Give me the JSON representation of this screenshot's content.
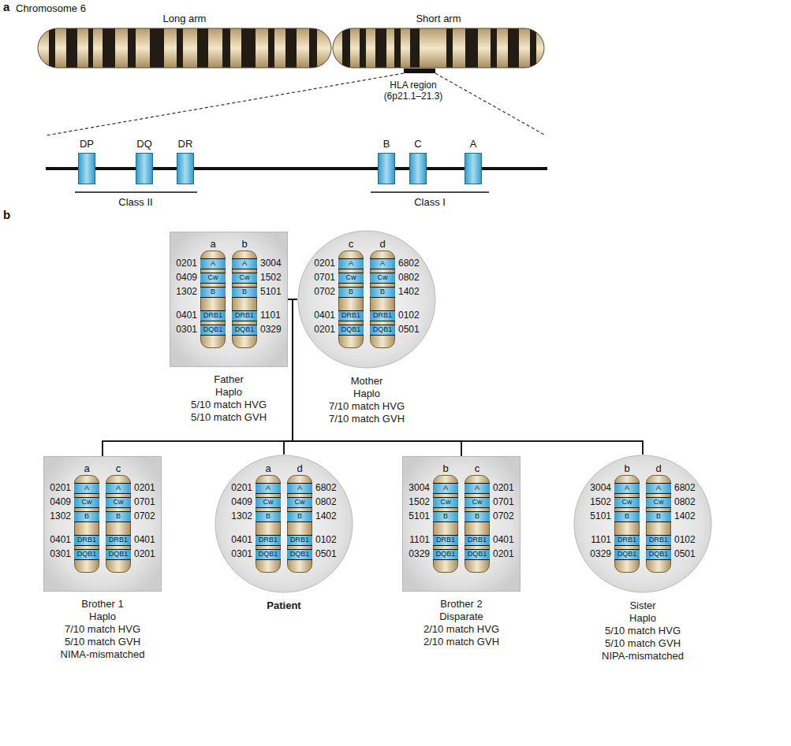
{
  "diagram": {
    "nodes": [
      {
        "text": [
          "DP"
        ]
      },
      {
        "text": [
          "DQ"
        ]
      },
      {
        "text": [
          "DR"
        ]
      },
      {
        "text": [
          "B"
        ]
      },
      {
        "text": [
          "C"
        ]
      },
      {
        "text": [
          "A"
        ]
      },
      {
        "text": [
          "Father",
          "Haplo",
          "5/10 match HVG",
          "5/10 match GVH"
        ]
      },
      {
        "text": [
          "a",
          "A",
          "Cw",
          "B",
          "DRB1",
          "DQB1"
        ],
        "in": 6
      },
      {
        "text": [
          "b",
          "A",
          "Cw",
          "B",
          "DRB1",
          "DQB1"
        ],
        "in": 6
      },
      {
        "text": [
          "Mother",
          "Haplo",
          "7/10 match HVG",
          "7/10 match GVH"
        ]
      },
      {
        "text": [
          "c",
          "A",
          "Cw",
          "B",
          "DRB1",
          "DQB1"
        ],
        "in": 9
      },
      {
        "text": [
          "d",
          "A",
          "Cw",
          "B",
          "DRB1",
          "DQB1"
        ],
        "in": 9
      },
      {
        "text": [
          "Brother 1",
          "Haplo",
          "7/10 match HVG",
          "5/10 match GVH",
          "NIMA-mismatched"
        ]
      },
      {
        "text": [
          "a",
          "A",
          "Cw",
          "B",
          "DRB1",
          "DQB1"
        ],
        "in": 12
      },
      {
        "text": [
          "c",
          "A",
          "Cw",
          "B",
          "DRB1",
          "DQB1"
        ],
        "in": 12
      },
      {
        "text": [
          "Patient"
        ]
      },
      {
        "text": [
          "a",
          "A",
          "Cw",
          "B",
          "DRB1",
          "DQB1"
        ],
        "in": 15
      },
      {
        "text": [
          "d",
          "A",
          "Cw",
          "B",
          "DRB1",
          "DQB1"
        ],
        "in": 15
      },
      {
        "text": [
          "Brother 2",
          "Disparate",
          "2/10 match HVG",
          "2/10 match GVH"
        ]
      },
      {
        "text": [
          "b",
          "A",
          "Cw",
          "B",
          "DRB1",
          "DQB1"
        ],
        "in": 18
      },
      {
        "text": [
          "c",
          "A",
          "Cw",
          "B",
          "DRB1",
          "DQB1"
        ],
        "in": 18
      },
      {
        "text": [
          "Sister",
          "Haplo",
          "5/10 match HVG",
          "5/10 match GVH",
          "NIPA-mismatched"
        ]
      },
      {
        "text": [
          "b",
          "A",
          "Cw",
          "B",
          "DRB1",
          "DQB1"
        ],
        "in": 21
      },
      {
        "text": [
          "d",
          "A",
          "Cw",
          "B",
          "DRB1",
          "DQB1"
        ],
        "in": 21
      }
    ],
    "edges": [
      {
        "from": 6,
        "to": 9,
        "arrow": "none"
      },
      {
        "from": 6,
        "to": 12,
        "arrow": "none"
      },
      {
        "from": 6,
        "to": 15,
        "arrow": "none"
      },
      {
        "from": 6,
        "to": 18,
        "arrow": "none"
      },
      {
        "from": 6,
        "to": 21,
        "arrow": "none"
      },
      {
        "from": 9,
        "to": 12,
        "arrow": "none"
      },
      {
        "from": 9,
        "to": 15,
        "arrow": "none"
      },
      {
        "from": 9,
        "to": 18,
        "arrow": "none"
      },
      {
        "from": 9,
        "to": 21,
        "arrow": "none"
      }
    ],
    "labels": [
      "a",
      "Chromosome 6",
      "Long arm",
      "Short arm",
      "HLA region (6p21.1–21.3)",
      "Class II",
      "Class I",
      "b",
      "0201",
      "3004",
      "0409",
      "1502",
      "1302",
      "5101",
      "0401",
      "1101",
      "0301",
      "0329",
      "0201",
      "6802",
      "0701",
      "0802",
      "0702",
      "1402",
      "0401",
      "0102",
      "0201",
      "0501",
      "0201",
      "0201",
      "0409",
      "0701",
      "1302",
      "0702",
      "0401",
      "0401",
      "0301",
      "0201",
      "0201",
      "6802",
      "0409",
      "0802",
      "1302",
      "1402",
      "0401",
      "0102",
      "0301",
      "0501",
      "3004",
      "0201",
      "1502",
      "0701",
      "5101",
      "0702",
      "1101",
      "0401",
      "0329",
      "0201",
      "3004",
      "6802",
      "1502",
      "0802",
      "5101",
      "1402",
      "1101",
      "0102",
      "0329",
      "0501"
    ]
  }
}
